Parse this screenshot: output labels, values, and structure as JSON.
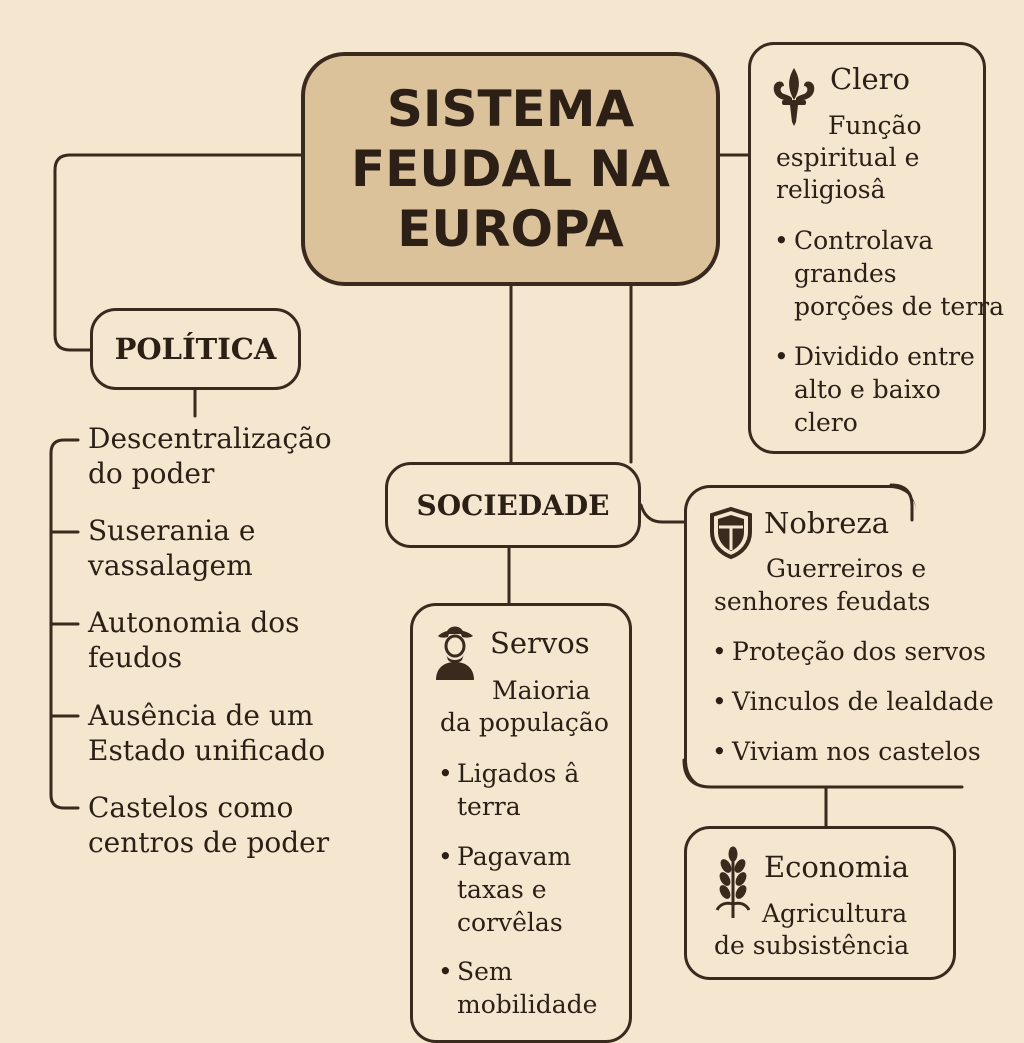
{
  "title": "SISTEMA FEUDAL NA EUROPA",
  "politica": {
    "label": "POLÍTICA",
    "items": [
      [
        "Descentralização",
        "do poder"
      ],
      [
        "Suserania e",
        "vassalagem"
      ],
      [
        "Autonomia dos",
        "feudos"
      ],
      [
        "Ausência de um",
        "Estado unificado"
      ],
      [
        "Castelos como",
        "centros de poder"
      ]
    ]
  },
  "sociedade": {
    "label": "SOCIEDADE"
  },
  "clero": {
    "heading": "Clero",
    "desc": [
      "Função",
      "espiritual e",
      "religiosâ"
    ],
    "bullets": [
      [
        "Controlava",
        "grandes",
        "porções de terra"
      ],
      [
        "Dividido entre",
        "alto e baixo",
        "clero"
      ]
    ],
    "icon": "fleur-de-lis-icon"
  },
  "nobreza": {
    "heading": "Nobreza",
    "desc": [
      "Guerreiros e",
      "senhores feudats"
    ],
    "bullets": [
      "Proteção dos servos",
      "Vinculos de lealdade",
      "Viviam nos castelos"
    ],
    "icon": "shield-icon"
  },
  "servos": {
    "heading": "Servos",
    "desc": [
      "Maioria",
      "da população"
    ],
    "bullets": [
      [
        "Ligados â",
        "terra"
      ],
      [
        "Pagavam",
        "taxas e",
        "corvêlas"
      ],
      [
        "Sem",
        "mobilidade"
      ]
    ],
    "icon": "peasant-icon"
  },
  "economia": {
    "heading": "Economia",
    "desc": [
      "Agricultura",
      "de subsistência"
    ],
    "icon": "wheat-icon"
  }
}
